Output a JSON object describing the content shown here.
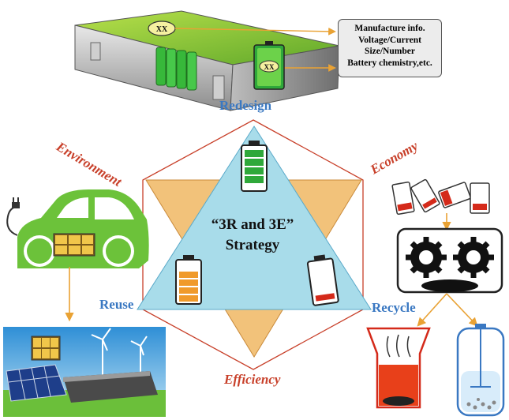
{
  "labels": {
    "redesign": "Redesign",
    "reuse": "Reuse",
    "recycle": "Recycle",
    "environment": "Environment",
    "economy": "Economy",
    "efficiency": "Efficiency"
  },
  "center": {
    "line1": "“3R and 3E”",
    "line2": "Strategy"
  },
  "pack_tag": "XX",
  "cell_tag": "XX",
  "info_box": [
    "Manufacture info.",
    "Voltage/Current",
    "Size/Number",
    "Battery chemistry,etc."
  ],
  "colors": {
    "blue_label": "#3a78c2",
    "red_label": "#c8402a",
    "triangle_blue": "#a8dcea",
    "triangle_gold": "#f2c27a",
    "car_green": "#6cc23a",
    "battery_green": "#2fa83a",
    "battery_orange": "#f09a2a",
    "battery_red": "#d42a1a",
    "arrow": "#e9a234"
  }
}
